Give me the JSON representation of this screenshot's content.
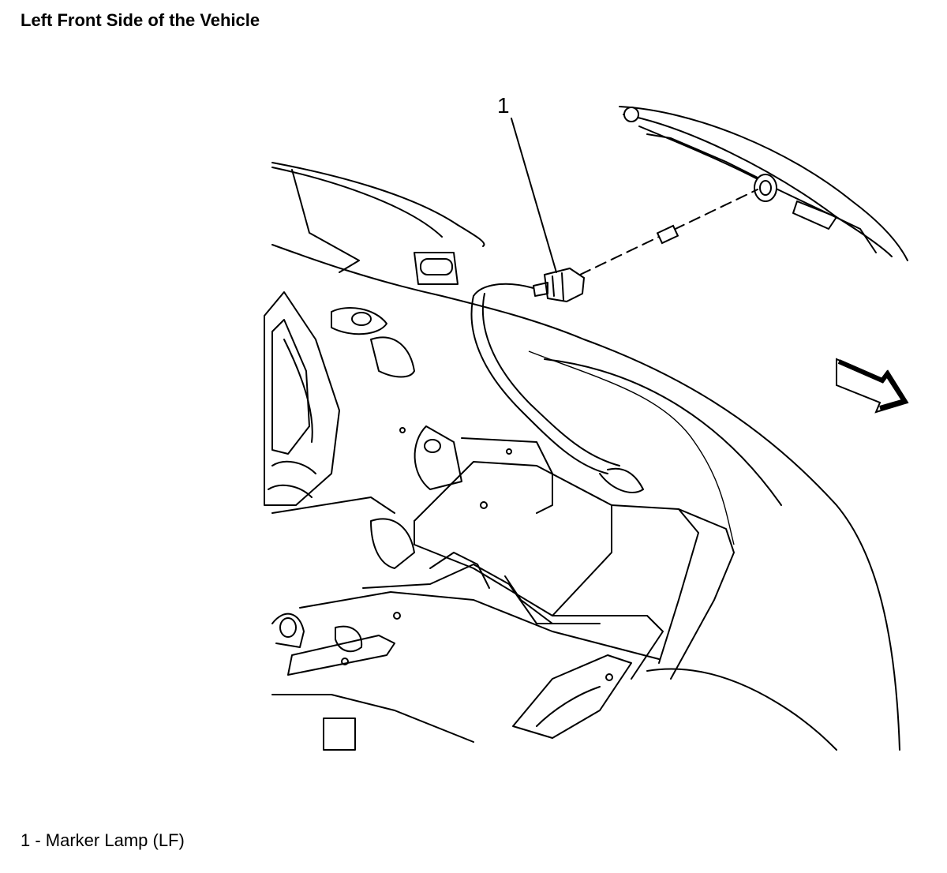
{
  "title": "Left Front Side of the Vehicle",
  "callouts": [
    {
      "number": "1"
    }
  ],
  "legend": [
    {
      "text": "1 - Marker Lamp (LF)"
    }
  ],
  "icons": {
    "direction_arrow": "front-direction-arrow-icon"
  }
}
